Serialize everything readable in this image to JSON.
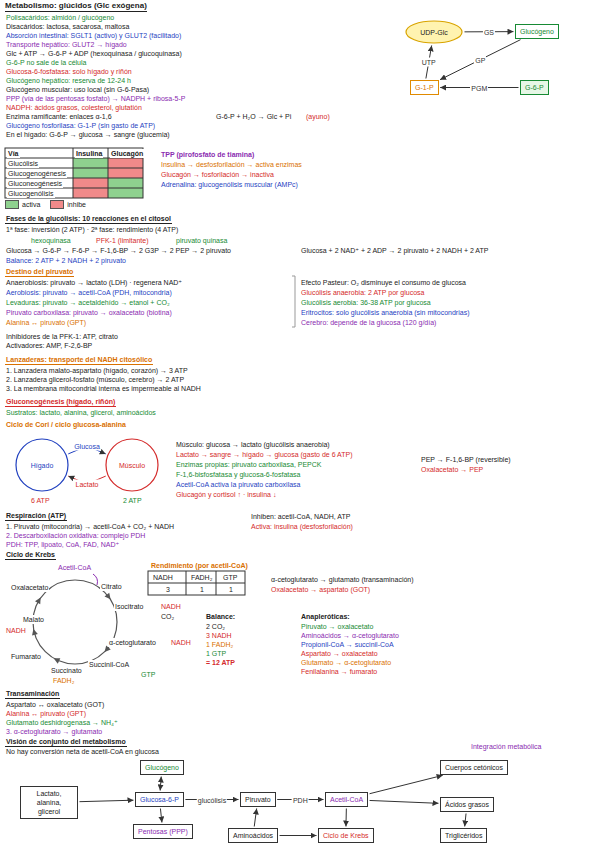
{
  "diagram": {
    "title": "Metabolismo: glúcidos (Glc exógena)",
    "nodes": [
      {
        "text": [
          "UDP-Glc"
        ]
      },
      {
        "text": [
          "Glucógeno"
        ]
      },
      {
        "text": [
          "G-1-P"
        ]
      },
      {
        "text": [
          "G-6-P"
        ]
      },
      {
        "text": [
          "Hígado"
        ]
      },
      {
        "text": [
          "Músculo"
        ]
      },
      {
        "text": [
          "Glucógeno"
        ]
      },
      {
        "text": [
          "Lactato, alanina, glicerol"
        ]
      },
      {
        "text": [
          "Glucosa-6-P"
        ]
      },
      {
        "text": [
          "Pentosas (PPP)"
        ]
      },
      {
        "text": [
          "Piruvato"
        ]
      },
      {
        "text": [
          "Acetil-CoA"
        ]
      },
      {
        "text": [
          "Cuerpos cetónicos"
        ]
      },
      {
        "text": [
          "Ácidos grasos"
        ]
      },
      {
        "text": [
          "Triglicéridos"
        ]
      },
      {
        "text": [
          "Ciclo de Krebs"
        ]
      },
      {
        "text": [
          "Aminoácidos"
        ]
      }
    ],
    "edges": [
      {
        "from": 3,
        "to": 2,
        "label": "PGM",
        "arrow": "to"
      },
      {
        "from": 2,
        "to": 0,
        "label": "UTP",
        "arrow": "to"
      },
      {
        "from": 0,
        "to": 1,
        "label": "GS",
        "arrow": "to"
      },
      {
        "from": 1,
        "to": 2,
        "label": "GP",
        "arrow": "to"
      },
      {
        "from": 4,
        "to": 5,
        "label": "Glucosa",
        "arrow": "to"
      },
      {
        "from": 5,
        "to": 4,
        "label": "Lactato",
        "arrow": "to"
      },
      {
        "from": 6,
        "to": 8,
        "arrow": "both"
      },
      {
        "from": 7,
        "to": 8,
        "arrow": "to"
      },
      {
        "from": 8,
        "to": 9,
        "arrow": "to"
      },
      {
        "from": 8,
        "to": 10,
        "label": "glucólisis",
        "arrow": "to"
      },
      {
        "from": 10,
        "to": 11,
        "label": "PDH",
        "arrow": "to"
      },
      {
        "from": 11,
        "to": 12,
        "arrow": "to"
      },
      {
        "from": 11,
        "to": 13,
        "arrow": "to"
      },
      {
        "from": 13,
        "to": 14,
        "arrow": "to"
      },
      {
        "from": 11,
        "to": 15,
        "arrow": "to"
      },
      {
        "from": 16,
        "to": 15,
        "arrow": "to"
      },
      {
        "from": 16,
        "to": 10,
        "arrow": "to"
      }
    ],
    "labels": [
      "Polisacáridos: almidón / glucógeno",
      "Disacáridos: lactosa, sacarosa, maltosa",
      "Absorción intestinal: SGLT1 (activo) y GLUT2 (facilitado)",
      "Transporte hepático: GLUT2 → hígado",
      "Glc + ATP → G-6-P + ADP (hexoquinasa / glucoquinasa)",
      "G-6-P no sale de la célula",
      "Glucosa-6-fosfatasa: solo hígado y riñón",
      "Glucógeno hepático: reserva de 12-24 h",
      "Glucógeno muscular: uso local (sin G-6-Pasa)",
      "PPP (vía de las pentosas fosfato) → NADPH + ribosa-5-P",
      "NADPH: ácidos grasos, colesterol, glutatión",
      "Enzima ramificante: enlaces α-1,6",
      "Glucógeno fosforilasa: G-1-P (sin gasto de ATP)",
      "En el hígado: G-6-P → glucosa → sangre (glucemia)",
      "G-6-P + H₂O → Glc + Pi",
      "(ayuno)",
      "Vía",
      "Insulina",
      "Glucagón",
      "Glucólisis",
      "Glucogenogénesis",
      "Gluconeogénesis",
      "Glucogenólisis",
      "TPP (pirofosfato de tiamina)",
      "Insulina → desfosforilación → activa enzimas",
      "Glucagón → fosforilación → inactiva",
      "Adrenalina: glucogenólisis muscular (AMPc)",
      "Fases de la glucólisis: 10 reacciones en el citosol",
      "1ª fase: inversión (2 ATP) · 2ª fase: rendimiento (4 ATP)",
      "hexoquinasa",
      "PFK-1 (limitante)",
      "piruvato quinasa",
      "Glucosa → G-6-P → F-6-P → F-1,6-BP → 2 G3P → 2 PEP → 2 piruvato",
      "Balance: 2 ATP + 2 NADH + 2 piruvato",
      "Glucosa + 2 NAD⁺ + 2 ADP → 2 piruvato + 2 NADH + 2 ATP",
      "Destino del piruvato",
      "Anaerobiosis: piruvato → lactato (LDH) · regenera NAD⁺",
      "Aerobiosis: piruvato → acetil-CoA (PDH, mitocondria)",
      "Levaduras: piruvato → acetaldehído → etanol + CO₂",
      "Piruvato carboxilasa: piruvato → oxalacetato (biotina)",
      "Alanina ↔ piruvato (GPT)",
      "Inhibidores de la PFK-1: ATP, citrato",
      "Activadores: AMP, F-2,6-BP",
      "Efecto Pasteur: O₂ disminuye el consumo de glucosa",
      "Glucólisis anaerobia: 2 ATP por glucosa",
      "Glucólisis aerobia: 36-38 ATP por glucosa",
      "Eritrocitos: solo glucólisis anaerobia (sin mitocondrias)",
      "Cerebro: depende de la glucosa (120 g/día)",
      "Lanzaderas: transporte del NADH citosólico",
      "1. Lanzadera malato-aspartato (hígado, corazón) → 3 ATP",
      "2. Lanzadera glicerol-fosfato (músculo, cerebro) → 2 ATP",
      "3. La membrana mitocondrial interna es impermeable al NADH",
      "Gluconeogénesis (hígado, riñón)",
      "Sustratos: lactato, alanina, glicerol, aminoácidos",
      "Ciclo de Cori / ciclo glucosa-alanina",
      "6 ATP",
      "2 ATP",
      "Músculo: glucosa → lactato (glucólisis anaerobia)",
      "Lactato → sangre → hígado → glucosa (gasto de 6 ATP)",
      "Enzimas propias: piruvato carboxilasa, PEPCK",
      "F-1,6-bisfosfatasa y glucosa-6-fosfatasa",
      "Acetil-CoA activa la piruvato carboxilasa",
      "Glucagón y cortisol ↑ · insulina ↓",
      "PEP → F-1,6-BP (reversible)",
      "Oxalacetato → PEP",
      "Respiración (ATP)",
      "1. Piruvato (mitocondria) → acetil-CoA + CO₂ + NADH",
      "2. Descarboxilación oxidativa: complejo PDH",
      "PDH: TPP, lipoato, CoA, FAD, NAD⁺",
      "Inhiben: acetil-CoA, NADH, ATP",
      "Activa: insulina (desfosforilación)",
      "Ciclo de Krebs",
      "Acetil-CoA",
      "Citrato",
      "Isocitrato",
      "α-cetoglutarato",
      "Succinil-CoA",
      "Succinato",
      "Fumarato",
      "Malato",
      "NADH",
      "Oxalacetato",
      "NADH",
      "CO₂",
      "NADH",
      "GTP",
      "FADH₂",
      "Rendimiento (por acetil-CoA)",
      "NADH",
      "FADH₂",
      "GTP",
      "3",
      "1",
      "1",
      "α-cetoglutarato → glutamato (transaminación)",
      "Oxalacetato → aspartato (GOT)",
      "Balance:",
      "2 CO₂",
      "3 NADH",
      "1 FADH₂",
      "1 GTP",
      "= 12 ATP",
      "Anapleróticas:",
      "Piruvato → oxalacetato",
      "Aminoácidos → α-cetoglutarato",
      "Propionil-CoA → succinil-CoA",
      "Aspartato → oxalacetato",
      "Glutamato → α-cetoglutarato",
      "Fenilalanina → fumarato",
      "Transaminación",
      "Aspartato ↔ oxalacetato (GOT)",
      "Alanina ↔ piruvato (GPT)",
      "Glutamato deshidrogenasa → NH₄⁺",
      "3. α-cetoglutarato → glutamato",
      "Visión de conjunto del metabolismo",
      "No hay conversión neta de acetil-CoA en glucosa",
      "Integración metabólica"
    ],
    "legend": [
      {
        "text": "activa",
        "color": "#8fd18f"
      },
      {
        "text": "inhibe",
        "color": "#f08a8a"
      }
    ]
  }
}
